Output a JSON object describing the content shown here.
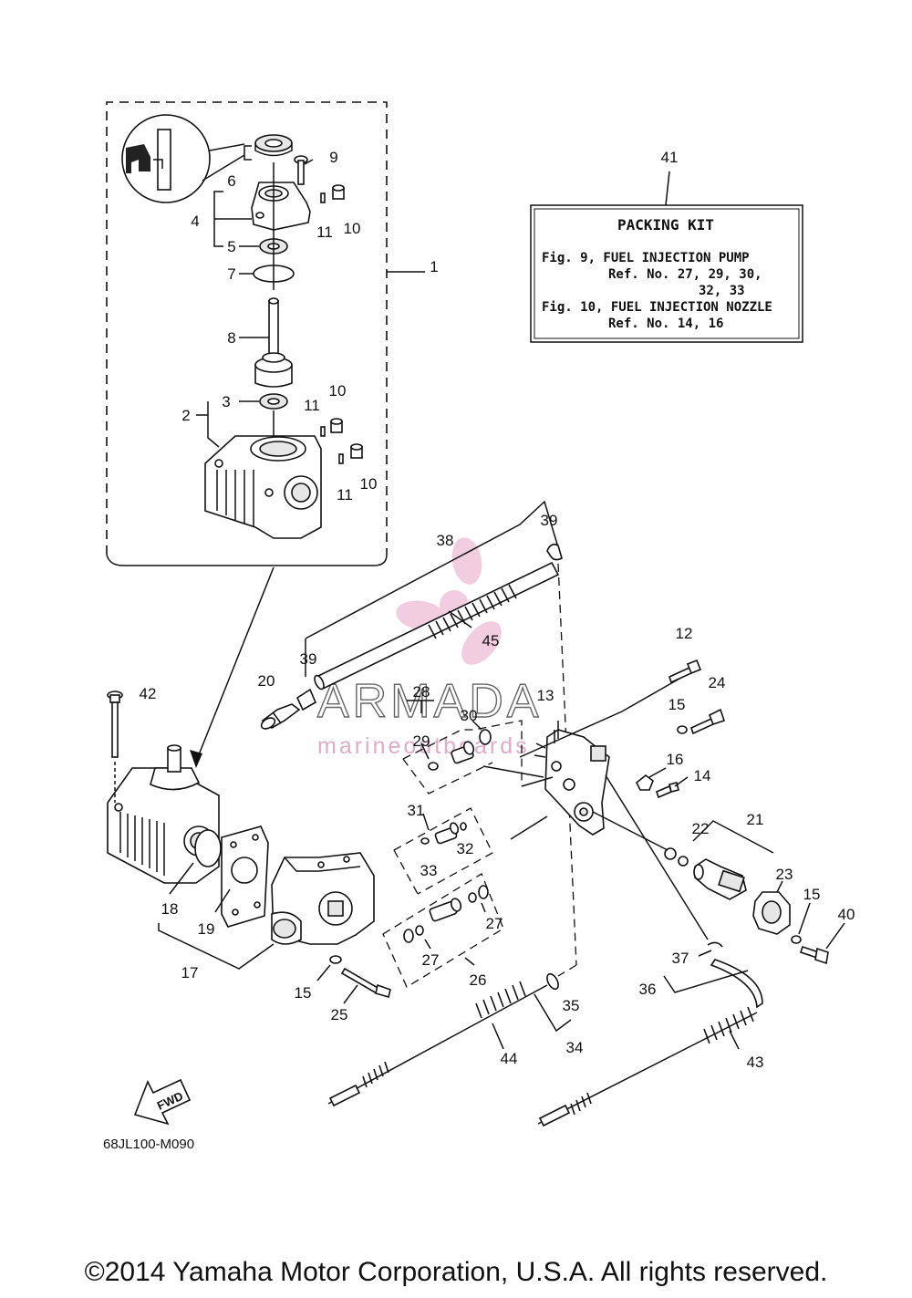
{
  "packing_kit": {
    "callout": "41",
    "title": "PACKING KIT",
    "lines": [
      "Fig. 9, FUEL INJECTION PUMP",
      "Ref. No. 27, 29, 30,",
      "32, 33",
      "Fig. 10, FUEL INJECTION NOZZLE",
      "Ref. No. 14, 16"
    ]
  },
  "callouts": {
    "c1": "1",
    "c2": "2",
    "c3": "3",
    "c4": "4",
    "c5": "5",
    "c6": "6",
    "c7": "7",
    "c8": "8",
    "c9": "9",
    "c10a": "10",
    "c10b": "10",
    "c10c": "10",
    "c11a": "11",
    "c11b": "11",
    "c11c": "11",
    "c12": "12",
    "c13": "13",
    "c14": "14",
    "c15a": "15",
    "c15b": "15",
    "c15c": "15",
    "c16": "16",
    "c17": "17",
    "c18": "18",
    "c19": "19",
    "c20": "20",
    "c21": "21",
    "c22": "22",
    "c23": "23",
    "c24": "24",
    "c25": "25",
    "c26": "26",
    "c27a": "27",
    "c27b": "27",
    "c28": "28",
    "c29": "29",
    "c30": "30",
    "c31": "31",
    "c32": "32",
    "c33": "33",
    "c34": "34",
    "c35": "35",
    "c36": "36",
    "c37": "37",
    "c38": "38",
    "c39a": "39",
    "c39b": "39",
    "c40": "40",
    "c42": "42",
    "c43": "43",
    "c44": "44",
    "c45": "45"
  },
  "fwd_label": "FWD",
  "drawing_code": "68JL100-M090",
  "watermark": {
    "brand": "ARMADA",
    "tagline": "marineoutboards",
    "color": "#e8a6c8"
  },
  "copyright": "©2014 Yamaha Motor Corporation, U.S.A. All rights reserved."
}
